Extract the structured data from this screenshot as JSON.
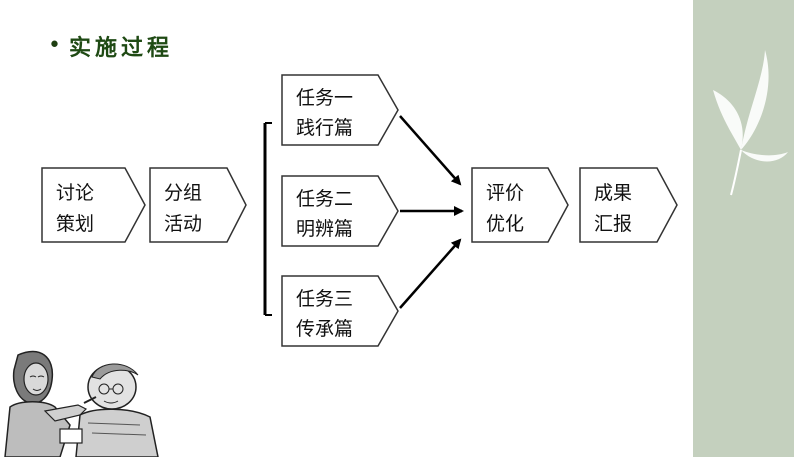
{
  "slide": {
    "title": "实施过程",
    "colors": {
      "title": "#1f4a14",
      "side_panel": "#c4d0be",
      "node_border": "#333333"
    }
  },
  "flow": {
    "nodes": [
      {
        "id": "discuss",
        "lines": [
          "讨论",
          "策划"
        ]
      },
      {
        "id": "group",
        "lines": [
          "分组",
          "活动"
        ]
      },
      {
        "id": "task1",
        "lines": [
          "任务一",
          "践行篇"
        ]
      },
      {
        "id": "task2",
        "lines": [
          "任务二",
          "明辨篇"
        ]
      },
      {
        "id": "task3",
        "lines": [
          "任务三",
          "传承篇"
        ]
      },
      {
        "id": "evaluate",
        "lines": [
          "评价",
          "优化"
        ]
      },
      {
        "id": "report",
        "lines": [
          "成果",
          "汇报"
        ]
      }
    ],
    "edges": [
      {
        "from": "task1",
        "to": "evaluate"
      },
      {
        "from": "task2",
        "to": "evaluate"
      },
      {
        "from": "task3",
        "to": "evaluate"
      }
    ]
  },
  "decor": {
    "left_image_icon": "caregiver-elderly-illustration",
    "leaf_icon": "leaf-icon"
  }
}
